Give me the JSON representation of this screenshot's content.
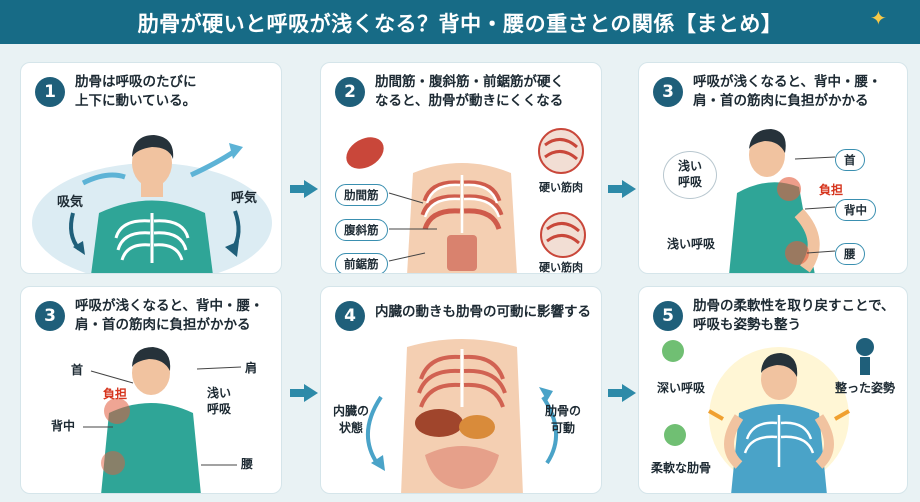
{
  "title": "肋骨が硬いと呼吸が浅くなる？背中・腰の重さとの関係【まとめ】",
  "colors": {
    "header": "#176b86",
    "accent": "#2d8aa8",
    "shirt": "#2fa597",
    "strain": "#d6361f"
  },
  "steps": [
    {
      "num": "1",
      "lines": [
        "肋骨は呼吸のたびに",
        "上下に動いている。"
      ],
      "labels": {
        "inhale": "吸気",
        "exhale": "呼気"
      }
    },
    {
      "num": "2",
      "lines": [
        "肋間筋・腹斜筋・前鋸筋が硬く",
        "なると、肋骨が動きにくくなる"
      ],
      "labels": {
        "m1": "肋間筋",
        "m2": "腹斜筋",
        "m3": "前鋸筋",
        "stiff1": "硬い筋肉",
        "stiff2": "硬い筋肉"
      }
    },
    {
      "num": "3",
      "lines": [
        "呼吸が浅くなると、背中・腰・",
        "肩・首の筋肉に負担がかかる"
      ],
      "labels": {
        "neck": "首",
        "burden": "負担",
        "back": "背中",
        "waist": "腰",
        "shallow1": "浅い\n呼吸",
        "shallow2": "浅い呼吸"
      }
    },
    {
      "num": "3",
      "lines": [
        "呼吸が浅くなると、背中・腰・",
        "肩・首の筋肉に負担がかかる"
      ],
      "labels": {
        "neck": "首",
        "shoulder": "肩",
        "burden": "負担",
        "shallow": "浅い\n呼吸",
        "back": "背中",
        "waist": "腰"
      }
    },
    {
      "num": "4",
      "lines": [
        "内臓の動きも肋骨の可動に影響する"
      ],
      "labels": {
        "organs": "内臓の\n状態",
        "ribs": "肋骨の\n可動"
      }
    },
    {
      "num": "5",
      "lines": [
        "肋骨の柔軟性を取り戻すことで、",
        "呼吸も姿勢も整う"
      ],
      "labels": {
        "deep": "深い呼吸",
        "posture": "整った姿勢",
        "flexible": "柔軟な肋骨"
      }
    }
  ]
}
